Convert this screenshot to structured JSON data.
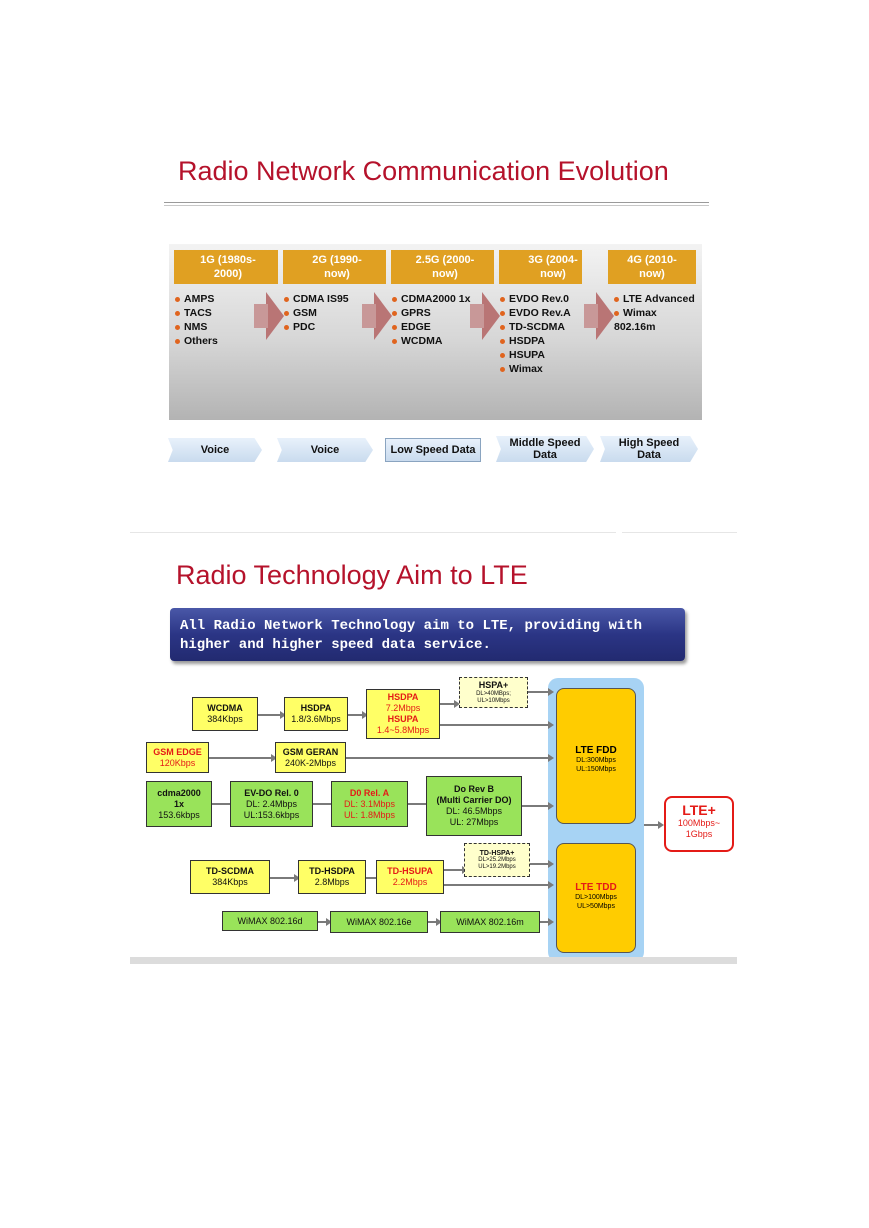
{
  "slide1": {
    "title": "Radio Network Communication Evolution",
    "generations": [
      {
        "header": "1G (1980s-\n2000)",
        "items": [
          "AMPS",
          "TACS",
          "NMS",
          "Others"
        ],
        "bullets": [
          true,
          true,
          true,
          true
        ]
      },
      {
        "header": "2G (1990-\nnow)",
        "items": [
          "CDMA IS95",
          "GSM",
          "PDC"
        ],
        "bullets": [
          true,
          true,
          true
        ]
      },
      {
        "header": "2.5G (2000-\nnow)",
        "items": [
          "CDMA2000 1x",
          "GPRS",
          "EDGE",
          "WCDMA"
        ],
        "bullets": [
          true,
          true,
          true,
          true
        ]
      },
      {
        "header": "3G (2004-\nnow)",
        "items": [
          "EVDO Rev.0",
          "EVDO Rev.A",
          "TD-SCDMA",
          "HSDPA",
          "HSUPA",
          "Wimax"
        ],
        "bullets": [
          true,
          true,
          true,
          true,
          true,
          true
        ]
      },
      {
        "header": "4G (2010-\nnow)",
        "items": [
          "LTE Advanced",
          "Wimax",
          "802.16m"
        ],
        "bullets": [
          true,
          true,
          false
        ]
      }
    ],
    "speeds": [
      "Voice",
      "Voice",
      "Low Speed Data",
      "Middle Speed\nData",
      "High Speed\nData"
    ]
  },
  "slide2": {
    "title": "Radio Technology Aim to LTE",
    "banner": "All Radio Network Technology aim to LTE, providing with\nhigher and higher speed data service.",
    "nodes": {
      "wcdma": {
        "name": "WCDMA",
        "rate": "384Kbps"
      },
      "hsdpa": {
        "name": "HSDPA",
        "rate": "1.8/3.6Mbps"
      },
      "hsdpa_hsupa": {
        "name1": "HSDPA",
        "rate1": "7.2Mbps",
        "name2": "HSUPA",
        "rate2": "1.4~5.8Mbps"
      },
      "hspa_plus": {
        "name": "HSPA+",
        "dl": "DL>40MBps;",
        "ul": "UL>10Mbps"
      },
      "gsm_edge": {
        "name": "GSM EDGE",
        "rate": "120Kbps"
      },
      "gsm_geran": {
        "name": "GSM GERAN",
        "rate": "240K-2Mbps"
      },
      "cdma2000": {
        "name": "cdma2000",
        "line2": "1x",
        "rate": "153.6kbps"
      },
      "evdo_rel0": {
        "name": "EV-DO Rel. 0",
        "dl": "DL: 2.4Mbps",
        "ul": "UL:153.6kbps"
      },
      "do_rel_a": {
        "name": "D0 Rel. A",
        "dl": "DL: 3.1Mbps",
        "ul": "UL: 1.8Mbps"
      },
      "do_rev_b": {
        "name": "Do Rev B",
        "line2": "(Multi Carrier DO)",
        "dl": "DL: 46.5Mbps",
        "ul": "UL: 27Mbps"
      },
      "td_scdma": {
        "name": "TD-SCDMA",
        "rate": "384Kbps"
      },
      "td_hsdpa": {
        "name": "TD-HSDPA",
        "rate": "2.8Mbps"
      },
      "td_hsupa": {
        "name": "TD-HSUPA",
        "rate": "2.2Mbps"
      },
      "td_hspa_plus": {
        "name": "TD-HSPA+",
        "dl": "DL>25.2Mbps",
        "ul": "UL>19.2Mbps"
      },
      "wimax_d": {
        "name": "WiMAX 802.16d"
      },
      "wimax_e": {
        "name": "WiMAX 802.16e"
      },
      "wimax_m": {
        "name": "WiMAX 802.16m"
      },
      "lte_fdd": {
        "name": "LTE FDD",
        "dl": "DL:300Mbps",
        "ul": "UL:150Mbps"
      },
      "lte_tdd": {
        "name": "LTE TDD",
        "dl": "DL>100Mbps",
        "ul": "UL>50Mbps"
      },
      "lte_plus": {
        "name": "LTE+",
        "rate1": "100Mbps~",
        "rate2": "1Gbps"
      }
    }
  },
  "colors": {
    "title_red": "#b5122b",
    "gen_header": "#e0a022",
    "bullet": "#e0641e",
    "node_yellow": "#ffff66",
    "node_green": "#99e35a",
    "lte_gold": "#ffcc00",
    "lte_column": "#a7d3f4",
    "banner_blue": "#2b3585"
  }
}
